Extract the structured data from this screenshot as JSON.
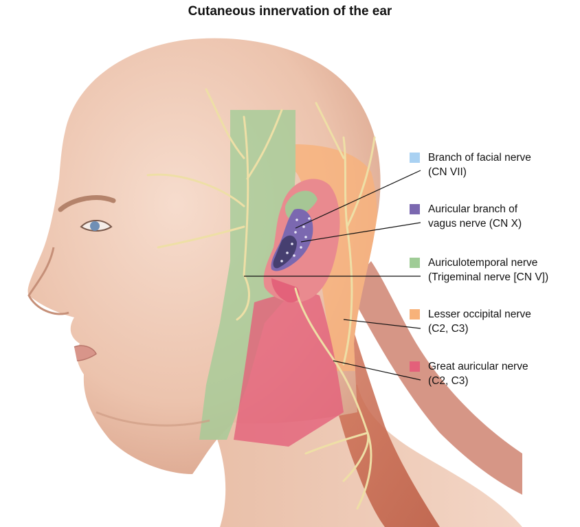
{
  "title": "Cutaneous innervation of the ear",
  "legend": [
    {
      "line1": "Branch of facial nerve",
      "line2": "(CN VII)",
      "color": "#a9d1f2"
    },
    {
      "line1": "Auricular branch of",
      "line2": "vagus nerve (CN X)",
      "color": "#7b68b0"
    },
    {
      "line1": "Auriculotemporal nerve",
      "line2": "(Trigeminal nerve [CN V])",
      "color": "#9fcc96"
    },
    {
      "line1": "Lesser occipital nerve",
      "line2": "(C2, C3)",
      "color": "#f7b27a"
    },
    {
      "line1": "Great auricular nerve",
      "line2": "(C2, C3)",
      "color": "#e3607a"
    }
  ],
  "colors": {
    "skin": "#edc7b3",
    "skin_shadow": "#d9a890",
    "nerve": "#eedfa6",
    "muscle": "#c96a52",
    "leader_line": "#111111"
  }
}
